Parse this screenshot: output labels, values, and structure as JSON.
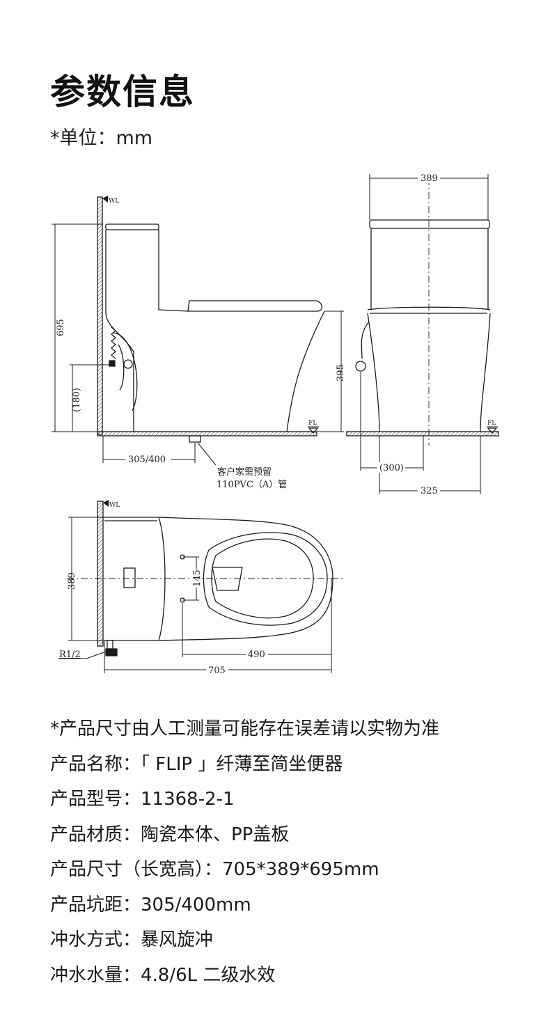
{
  "header": {
    "title": "参数信息",
    "unit_note": "*单位：mm"
  },
  "drawing": {
    "side_view": {
      "wl": "WL",
      "fl": "FL",
      "height_dim": "695",
      "rough_in_dim": "(180)",
      "seat_dim": "395",
      "pit_dim": "305/400",
      "note_line1": "客户家需预留",
      "note_line2": "110PVC（A）管"
    },
    "front_view": {
      "width_dim": "389",
      "fl": "FL",
      "inner_dim": "(300)",
      "base_dim": "325"
    },
    "top_view": {
      "wl": "WL",
      "width_dim": "389",
      "hole_dim": "145",
      "to_front_dim": "490",
      "length_dim": "705",
      "thread_label": "R1/2"
    }
  },
  "specs": [
    "*产品尺寸由人工测量可能存在误差请以实物为准",
    "产品名称：「 FLIP 」纤薄至简坐便器",
    "产品型号：11368-2-1",
    "产品材质：陶瓷本体、PP盖板",
    "产品尺寸（长宽高）：705*389*695mm",
    "产品坑距：305/400mm",
    "冲水方式：暴风旋冲",
    "冲水水量：4.8/6L  二级水效"
  ]
}
